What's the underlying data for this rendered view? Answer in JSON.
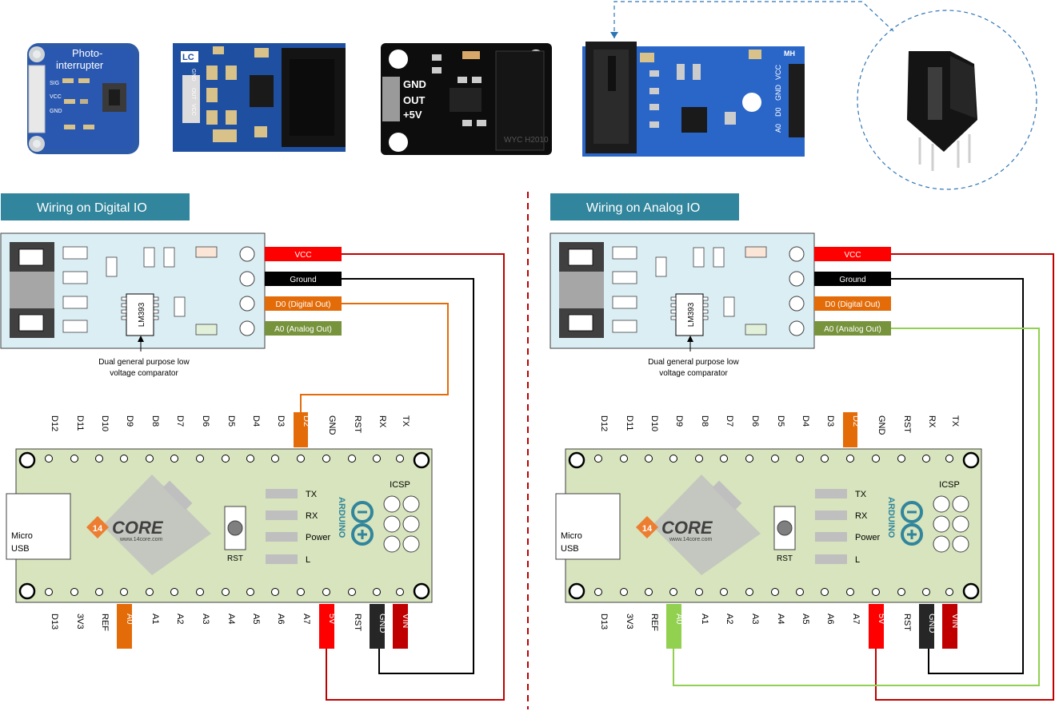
{
  "photos": [
    {
      "name": "photo-interrupter-module-grove",
      "text1": "Photo-",
      "text2": "interrupter",
      "pins": [
        "SIG",
        "VCC",
        "GND"
      ]
    },
    {
      "name": "photo-interrupter-module-lc",
      "text": "LC",
      "pins": [
        "GND",
        "OUT",
        "VCC"
      ]
    },
    {
      "name": "photo-interrupter-module-black",
      "pins": [
        "GND",
        "OUT",
        "+5V"
      ],
      "chip": "WYC H2010"
    },
    {
      "name": "photo-interrupter-module-mh",
      "text": "MH",
      "pins": [
        "A0",
        "D0",
        "GND",
        "VCC"
      ]
    },
    {
      "name": "photo-interrupter-sensor-closeup"
    }
  ],
  "panels": [
    {
      "title": "Wiring on Digital IO",
      "module": {
        "chip": "LM393",
        "pins": [
          "VCC",
          "Ground",
          "D0 (Digital Out)",
          "A0 (Analog Out)"
        ],
        "caption1": "Dual general purpose low",
        "caption2": "voltage comparator"
      },
      "board": {
        "top_pins": [
          "D12",
          "D11",
          "D10",
          "D9",
          "D8",
          "D7",
          "D6",
          "D5",
          "D4",
          "D3",
          "D2",
          "GND",
          "RST",
          "RX",
          "TX"
        ],
        "bottom_pins": [
          "D13",
          "3V3",
          "REF",
          "A0",
          "A1",
          "A2",
          "A3",
          "A4",
          "A5",
          "A6",
          "A7",
          "5V",
          "RST",
          "GND",
          "VIN"
        ],
        "usb_line1": "Micro",
        "usb_line2": "USB",
        "rst": "RST",
        "leds": [
          "TX",
          "RX",
          "Power",
          "L"
        ],
        "icsp": "ICSP",
        "brand": "ARDUINO",
        "logo_text": "CORE",
        "logo_sub": "www.14core.com",
        "logo_badge": "14"
      },
      "highlight_top": [
        "D2"
      ],
      "highlight_bottom": [
        "A0",
        "5V",
        "GND",
        "VIN"
      ]
    },
    {
      "title": "Wiring on Analog IO",
      "module": {
        "chip": "LM393",
        "pins": [
          "VCC",
          "Ground",
          "D0 (Digital Out)",
          "A0 (Analog Out)"
        ],
        "caption1": "Dual general purpose low",
        "caption2": "voltage comparator"
      },
      "board": {
        "top_pins": [
          "D12",
          "D11",
          "D10",
          "D9",
          "D8",
          "D7",
          "D6",
          "D5",
          "D4",
          "D3",
          "D2",
          "GND",
          "RST",
          "RX",
          "TX"
        ],
        "bottom_pins": [
          "D13",
          "3V3",
          "REF",
          "A0",
          "A1",
          "A2",
          "A3",
          "A4",
          "A5",
          "A6",
          "A7",
          "5V",
          "RST",
          "GND",
          "VIN"
        ],
        "usb_line1": "Micro",
        "usb_line2": "USB",
        "rst": "RST",
        "leds": [
          "TX",
          "RX",
          "Power",
          "L"
        ],
        "icsp": "ICSP",
        "brand": "ARDUINO",
        "logo_text": "CORE",
        "logo_sub": "www.14core.com",
        "logo_badge": "14"
      },
      "highlight_top": [
        "D2"
      ],
      "highlight_bottom": [
        "A0",
        "5V",
        "GND",
        "VIN"
      ]
    }
  ],
  "colors": {
    "title_bg": "#31859c",
    "module_bg": "#dbeef4",
    "board_bg": "#d7e4bd",
    "vcc": "#ff0000",
    "ground": "#000000",
    "digital": "#e36c09",
    "analog": "#77933c",
    "wire_red": "#c00000",
    "wire_black": "#000000",
    "wire_orange": "#e36c09",
    "wire_green": "#92d050",
    "pin_5v": "#ff0000",
    "pin_gnd": "#262626",
    "pin_vin": "#c00000",
    "pin_orange": "#e36c09",
    "pin_green": "#92d050",
    "divider": "#c00000"
  }
}
